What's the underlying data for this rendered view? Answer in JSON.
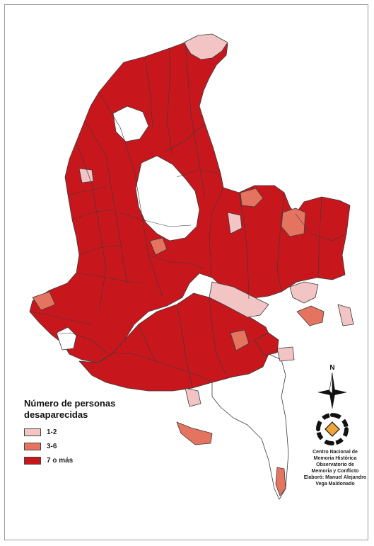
{
  "legend": {
    "title_line1": "Número de personas",
    "title_line2": "desaparecidas",
    "items": [
      {
        "label": "1-2",
        "color": "#f2c4c4"
      },
      {
        "label": "3-6",
        "color": "#e4735f"
      },
      {
        "label": "7 o más",
        "color": "#c8171c"
      }
    ]
  },
  "north": {
    "label": "N"
  },
  "credits": {
    "lines": [
      "Centro Nacional de",
      "Memoria Histórica",
      "Observatorio de",
      "Memoria y Conflicto",
      "Elaboró: Manuel Alejandro",
      "Vega Maldonado"
    ]
  },
  "colors": {
    "high": "#c8171c",
    "mid": "#e4735f",
    "low": "#f2c4c4",
    "none": "#ffffff",
    "border": "#3a3a3a",
    "logo_accent": "#f0a53a"
  }
}
